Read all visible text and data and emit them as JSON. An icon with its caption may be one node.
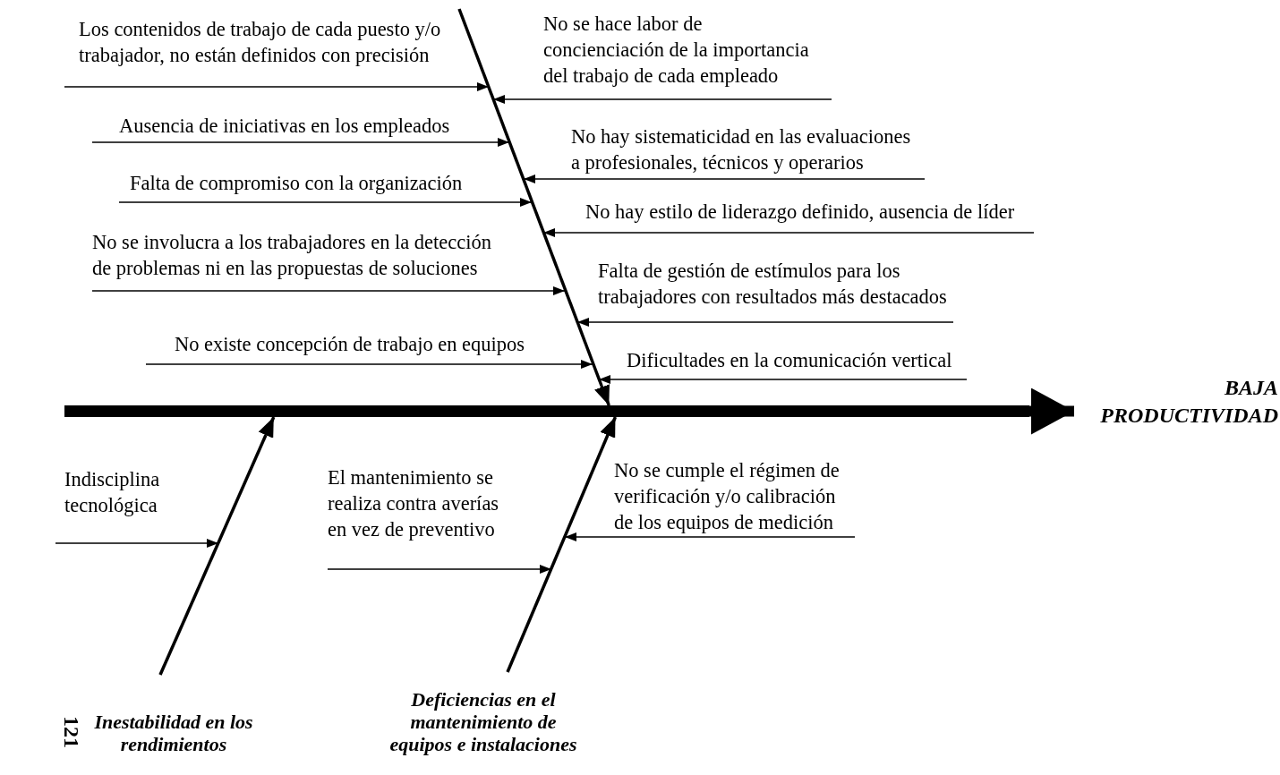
{
  "diagram": {
    "nodes": [
      {
        "text": [
          "Los contenidos de trabajo de cada puesto y/o trabajador, no están definidos con precisión"
        ]
      },
      {
        "text": [
          "No se hace labor de concienciación de la importancia del trabajo de cada empleado"
        ]
      },
      {
        "text": [
          "Ausencia de iniciativas en los empleados"
        ]
      },
      {
        "text": [
          "No hay sistematicidad en las evaluaciones a profesionales, técnicos y operarios"
        ]
      },
      {
        "text": [
          "Falta de compromiso con la organización"
        ]
      },
      {
        "text": [
          "No hay estilo de liderazgo definido, ausencia de líder"
        ]
      },
      {
        "text": [
          "No se involucra a los trabajadores en la detección de problemas ni en las propuestas de soluciones"
        ]
      },
      {
        "text": [
          "Falta de gestión de estímulos para los trabajadores con resultados más destacados"
        ]
      },
      {
        "text": [
          "No existe concepción de trabajo en equipos"
        ]
      },
      {
        "text": [
          "Dificultades en la comunicación vertical"
        ]
      },
      {
        "text": [],
        "shape": "bar"
      },
      {
        "text": [
          "BAJA PRODUCTIVIDAD"
        ]
      },
      {
        "text": [
          "Indisciplina tecnológica"
        ]
      },
      {
        "text": [
          "El mantenimiento se realiza contra averías en vez de preventivo"
        ]
      },
      {
        "text": [
          "No se cumple el régimen de verificación y/o calibración de los equipos de medición"
        ]
      },
      {
        "text": [],
        "shape": "line"
      },
      {
        "text": [],
        "shape": "line",
        "beside": [
          "Inestabilidad en los rendimientos"
        ]
      },
      {
        "text": [],
        "shape": "line",
        "beside": [
          "Deficiencias en el mantenimiento de equipos e instalaciones"
        ]
      }
    ],
    "edges": [
      {
        "from": 0,
        "to": 15,
        "arrow": "to"
      },
      {
        "from": 1,
        "to": 15,
        "arrow": "to"
      },
      {
        "from": 2,
        "to": 15,
        "arrow": "to"
      },
      {
        "from": 3,
        "to": 15,
        "arrow": "to"
      },
      {
        "from": 4,
        "to": 15,
        "arrow": "to"
      },
      {
        "from": 5,
        "to": 15,
        "arrow": "to"
      },
      {
        "from": 6,
        "to": 15,
        "arrow": "to"
      },
      {
        "from": 7,
        "to": 15,
        "arrow": "to"
      },
      {
        "from": 8,
        "to": 15,
        "arrow": "to"
      },
      {
        "from": 9,
        "to": 15,
        "arrow": "to"
      },
      {
        "from": 10,
        "to": 11,
        "arrow": "to",
        "style": "thick"
      },
      {
        "from": 15,
        "to": 10,
        "arrow": "to",
        "style": "thick"
      },
      {
        "from": 16,
        "to": 10,
        "arrow": "to",
        "style": "thick"
      },
      {
        "from": 17,
        "to": 10,
        "arrow": "to",
        "style": "thick"
      },
      {
        "from": 12,
        "to": 16,
        "arrow": "to"
      },
      {
        "from": 13,
        "to": 17,
        "arrow": "to"
      },
      {
        "from": 14,
        "to": 17,
        "arrow": "to"
      }
    ],
    "labels": [
      "121"
    ]
  }
}
